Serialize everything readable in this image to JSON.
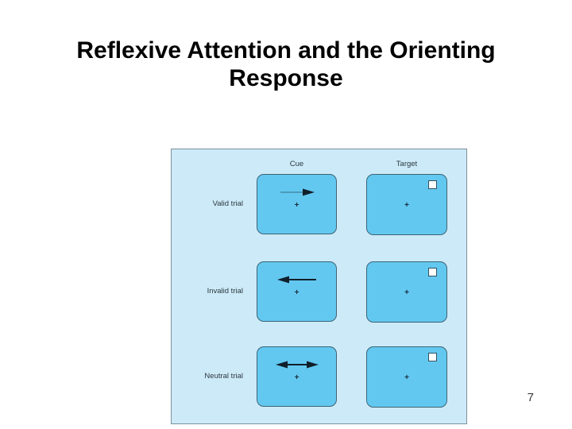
{
  "slide": {
    "title_line1": "Reflexive Attention and the Orienting",
    "title_line2": "Response",
    "page_number": "7"
  },
  "diagram": {
    "headers": {
      "cue": "Cue",
      "target": "Target"
    },
    "fixation_symbol": "+",
    "rows": [
      {
        "label": "Valid trial",
        "cue_arrow": "right"
      },
      {
        "label": "Invalid trial",
        "cue_arrow": "left"
      },
      {
        "label": "Neutral trial",
        "cue_arrow": "both"
      }
    ],
    "colors": {
      "panel_bg": "#cdeaf8",
      "panel_border": "#7e909b",
      "box_fill": "#63c8f0",
      "box_border": "#3d6374",
      "arrow": "#111f2b",
      "label_text": "#2b3940",
      "square_border": "#33505f",
      "title_text": "#000000"
    }
  }
}
